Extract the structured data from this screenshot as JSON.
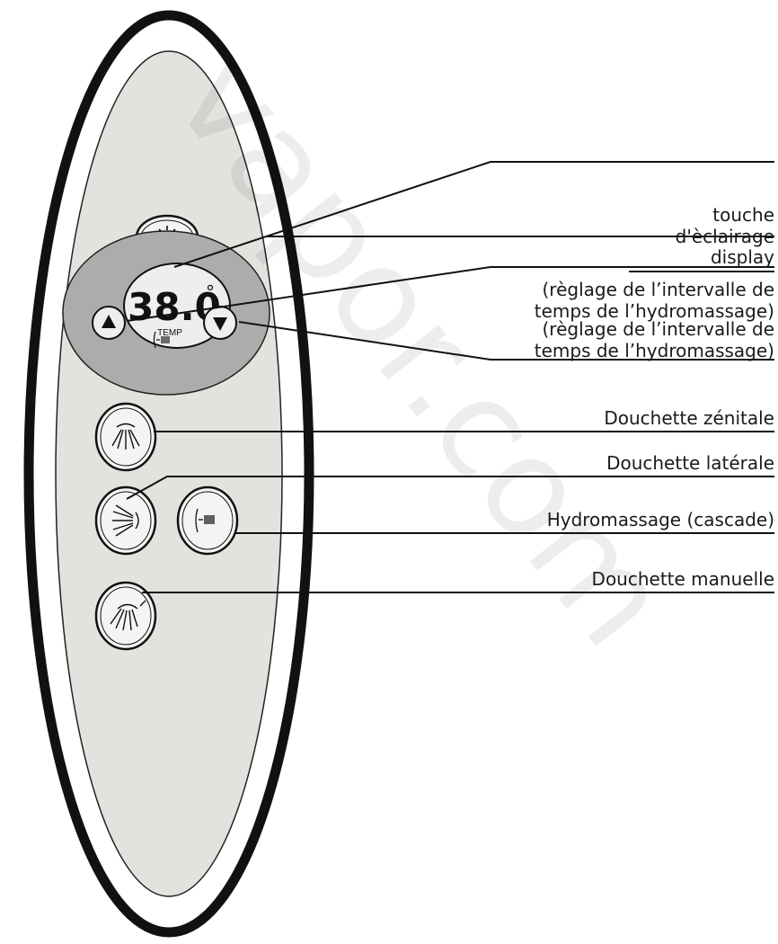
{
  "watermark": "vapor.com",
  "display": {
    "temperature": "38.0",
    "degree_symbol": "°",
    "caption": "TEMP"
  },
  "labels": {
    "light_key": [
      "touche",
      "d'èclairage"
    ],
    "display": "display",
    "interval_up": [
      "(règlage de l’intervalle de",
      "temps de l’hydromassage)"
    ],
    "interval_down": [
      "(règlage de l’intervalle de",
      "temps de l’hydromassage)"
    ],
    "overhead_shower": "Douchette zénitale",
    "side_shower": "Douchette latérale",
    "hydromassage": "Hydromassage (cascade)",
    "hand_shower": "Douchette manuelle"
  },
  "icons": {
    "light": "sun-icon",
    "up": "triangle-up-icon",
    "down": "triangle-down-icon",
    "waterfall": "waterfall-icon",
    "overhead_shower": "overhead-shower-icon",
    "side_shower": "side-shower-icon",
    "hand_shower": "hand-shower-icon"
  },
  "colors": {
    "outer_ring": "#111111",
    "panel": "#e4e2df",
    "display_bezel": "#aeacaa",
    "display_screen": "#efeeec",
    "button_face": "#f4f4f2"
  }
}
